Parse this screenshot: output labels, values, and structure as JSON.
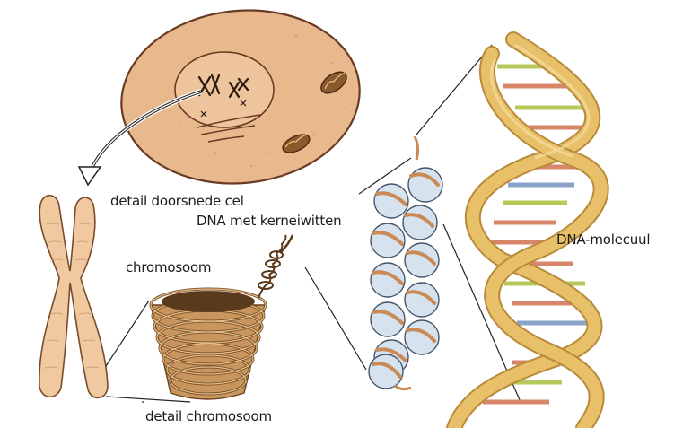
{
  "labels": {
    "cell_section": "detail doorsnede cel",
    "dna_with_proteins": "DNA met kerneiwitten",
    "chromosome": "chromosoom",
    "dna_molecule": "DNA-molecuul",
    "chromosome_detail": "detail chromosoom"
  },
  "colors": {
    "cell_fill": "#e9b98e",
    "cell_outline": "#6b3a22",
    "chromosome_fill": "#f0c9a0",
    "helix_backbone": "#e8c06a",
    "helix_shadow": "#b98a3a",
    "bead_fill": "#d6e2ee",
    "bead_outline": "#44556a",
    "dna_strand": "#c98a55",
    "base_red": "#d7866a",
    "base_green": "#b7c95a",
    "base_blue": "#8aa3c9"
  }
}
